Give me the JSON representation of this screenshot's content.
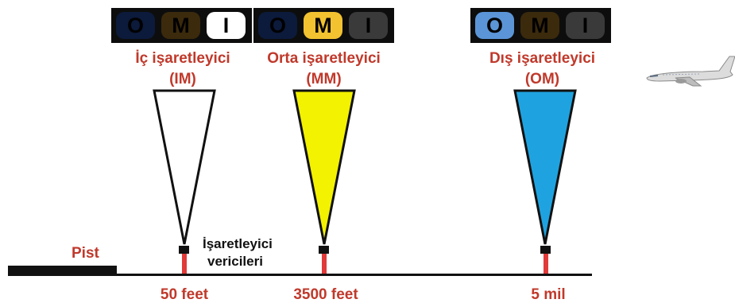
{
  "panels": [
    {
      "name": "im",
      "lamps": [
        {
          "letter": "O",
          "color": "#0c1a3b",
          "lit": false
        },
        {
          "letter": "M",
          "color": "#3b2a0c",
          "lit": false
        },
        {
          "letter": "I",
          "color": "#ffffff",
          "lit": true
        }
      ]
    },
    {
      "name": "mm",
      "lamps": [
        {
          "letter": "O",
          "color": "#0c1a3b",
          "lit": false
        },
        {
          "letter": "M",
          "color": "#f2c230",
          "lit": true
        },
        {
          "letter": "I",
          "color": "#3a3a3a",
          "lit": false
        }
      ]
    },
    {
      "name": "om",
      "lamps": [
        {
          "letter": "O",
          "color": "#5b95d8",
          "lit": true
        },
        {
          "letter": "M",
          "color": "#3b2a0c",
          "lit": false
        },
        {
          "letter": "I",
          "color": "#3a3a3a",
          "lit": false
        }
      ]
    }
  ],
  "markers": {
    "inner": {
      "title": "İç işaretleyici",
      "abbr": "(IM)",
      "distance": "50 feet",
      "fill": "#ffffff"
    },
    "middle": {
      "title": "Orta işaretleyici",
      "abbr": "(MM)",
      "distance": "3500 feet",
      "fill": "#f3f200"
    },
    "outer": {
      "title": "Dış işaretleyici",
      "abbr": "(OM)",
      "distance": "5 mil",
      "fill": "#1fa3e0"
    }
  },
  "runway_label": "Pist",
  "transmitters_label": {
    "line1": "İşaretleyici",
    "line2": "vericileri"
  },
  "colors": {
    "label_red": "#c0392b",
    "mast_red": "#e03a3a",
    "ground": "#111111"
  }
}
